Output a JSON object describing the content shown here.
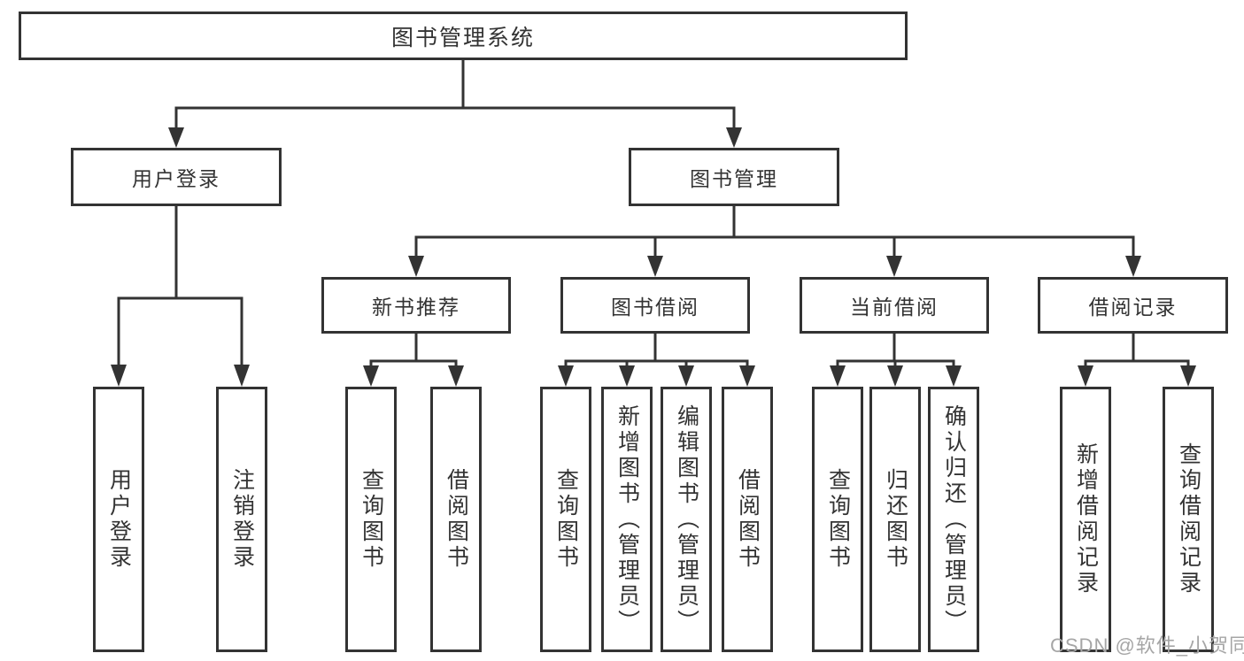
{
  "colors": {
    "line": "#333333",
    "box_background": "#ffffff",
    "text": "#333333",
    "watermark": "#a6a6a6"
  },
  "root": {
    "label": "图书管理系统"
  },
  "level2": [
    {
      "label": "用户登录"
    },
    {
      "label": "图书管理"
    }
  ],
  "level3": [
    {
      "label": "新书推荐",
      "parent": "图书管理"
    },
    {
      "label": "图书借阅",
      "parent": "图书管理"
    },
    {
      "label": "当前借阅",
      "parent": "图书管理"
    },
    {
      "label": "借阅记录",
      "parent": "图书管理"
    }
  ],
  "leaves": [
    {
      "label": "用户登录",
      "parent": "用户登录"
    },
    {
      "label": "注销登录",
      "parent": "用户登录"
    },
    {
      "label": "查询图书",
      "parent": "新书推荐"
    },
    {
      "label": "借阅图书",
      "parent": "新书推荐"
    },
    {
      "label": "查询图书",
      "parent": "图书借阅"
    },
    {
      "label": "新增图书（管理员）",
      "parent": "图书借阅"
    },
    {
      "label": "编辑图书（管理员）",
      "parent": "图书借阅"
    },
    {
      "label": "借阅图书",
      "parent": "图书借阅"
    },
    {
      "label": "查询图书",
      "parent": "当前借阅"
    },
    {
      "label": "归还图书",
      "parent": "当前借阅"
    },
    {
      "label": "确认归还（管理员）",
      "parent": "当前借阅"
    },
    {
      "label": "新增借阅记录",
      "parent": "借阅记录"
    },
    {
      "label": "查询借阅记录",
      "parent": "借阅记录"
    }
  ],
  "watermark": {
    "text": "CSDN @软件_小贺同学"
  }
}
